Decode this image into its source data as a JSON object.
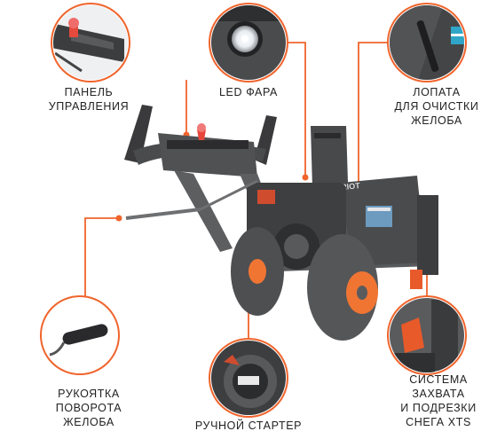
{
  "colors": {
    "accent": "#f0642c",
    "dark": "#3a3a3c",
    "grey": "#7d7e80"
  },
  "callouts": {
    "control_panel": {
      "lines": [
        "ПАНЕЛЬ",
        "УПРАВЛЕНИЯ"
      ],
      "icon": "control-panel-photo"
    },
    "led_light": {
      "lines": [
        "LED ФАРА"
      ],
      "icon": "led-headlight-photo"
    },
    "chute_shovel": {
      "lines": [
        "ЛОПАТА",
        "ДЛЯ ОЧИСТКИ",
        "ЖЕЛОБА"
      ],
      "icon": "chute-shovel-photo"
    },
    "chute_handle": {
      "lines": [
        "РУКОЯТКА",
        "ПОВОРОТА",
        "ЖЕЛОБА"
      ],
      "icon": "chute-handle-photo"
    },
    "manual_starter": {
      "lines": [
        "РУЧНОЙ СТАРТЕР"
      ],
      "icon": "recoil-starter-photo"
    },
    "xts_system": {
      "lines": [
        "СИСТЕМА",
        "ЗАХВАТА",
        "И ПОДРЕЗКИ",
        "СНЕГА XTS"
      ],
      "icon": "xts-auger-photo"
    }
  },
  "product": {
    "brand_mark": "PATRIOT"
  }
}
